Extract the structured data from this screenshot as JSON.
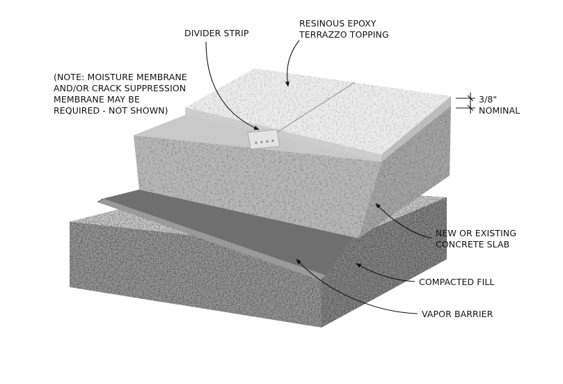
{
  "labels": {
    "divider_strip": "DIVIDER STRIP",
    "topping_line1": "RESINOUS EPOXY",
    "topping_line2": "TERRAZZO TOPPING",
    "note_line1": "(NOTE: MOISTURE MEMBRANE",
    "note_line2": "AND/OR CRACK SUPPRESSION",
    "note_line3": "MEMBRANE MAY BE",
    "note_line4": "REQUIRED - NOT SHOWN)",
    "thickness_line1": "3/8\"",
    "thickness_line2": "NOMINAL",
    "slab_line1": "NEW OR EXISTING",
    "slab_line2": "CONCRETE SLAB",
    "fill": "COMPACTED FILL",
    "vapor": "VAPOR BARRIER"
  },
  "colors": {
    "fill_top": "#d2d2d2",
    "fill_front": "#9c9c9c",
    "fill_side": "#8a8a8a",
    "slab_top": "#c9c9c9",
    "slab_front": "#b7b7b7",
    "slab_side": "#a2a2a2",
    "terrazzo_top": "#ececec",
    "terrazzo_edge": "#c8c8c8",
    "vapor_barrier": "#6f6f6f",
    "text": "#111111"
  }
}
